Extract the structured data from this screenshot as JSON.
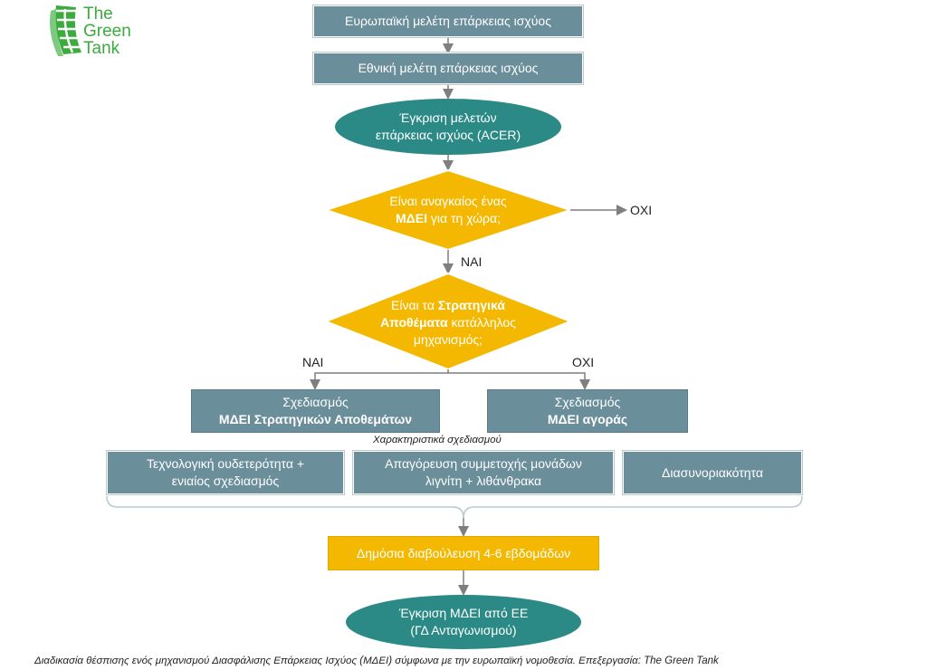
{
  "logo": {
    "line1": "The",
    "line2": "Green",
    "line3": "Tank",
    "color": "#3cab3e"
  },
  "nodes": {
    "european_study": "Ευρωπαϊκή μελέτη επάρκειας ισχύος",
    "national_study": "Εθνική μελέτη επάρκειας ισχύος",
    "approval_line1": "Έγκριση μελετών",
    "approval_line2": "επάρκειας ισχύος (ACER)",
    "decision1_line1": "Είναι αναγκαίος ένας",
    "decision1_bold": "ΜΔΕΙ",
    "decision1_line2_rest": "για τη χώρα;",
    "decision1_no": "ΟΧΙ",
    "decision1_yes": "ΝΑΙ",
    "decision2_pre": "Είναι τα",
    "decision2_bold1": "Στρατηγικά",
    "decision2_bold2": "Αποθέματα",
    "decision2_rest": "κατάλληλος",
    "decision2_line3": "μηχανισμός;",
    "decision2_yes": "ΝΑΙ",
    "decision2_no": "ΟΧΙ",
    "design_reserves_line1": "Σχεδιασμός",
    "design_reserves_line2": "ΜΔΕΙ Στρατηγικών Αποθεμάτων",
    "design_market_line1": "Σχεδιασμός",
    "design_market_line2": "ΜΔΕΙ αγοράς",
    "features_heading": "Χαρακτηριστικά σχεδιασμού",
    "feature1_line1": "Τεχνολογική ουδετερότητα +",
    "feature1_line2": "ενιαίος σχεδιασμός",
    "feature2_line1": "Απαγόρευση συμμετοχής μονάδων",
    "feature2_line2": "λιγνίτη + λιθάνθρακα",
    "feature3": "Διασυνοριακότητα",
    "consultation": "Δημόσια διαβούλευση 4-6 εβδομάδων",
    "final_line1": "Έγκριση ΜΔΕΙ από ΕΕ",
    "final_line2": "(ΓΔ Ανταγωνισμού)"
  },
  "caption": "Διαδικασία θέσπισης ενός μηχανισμού Διασφάλισης Επάρκειας Ισχύος (ΜΔΕΙ) σύμφωνα με την ευρωπαϊκή νομοθεσία. Επεξεργασία: The Green Tank",
  "colors": {
    "box": "#6b8e9b",
    "ellipse": "#2c8a86",
    "diamond": "#f5b800",
    "arrow": "#7f7f7f"
  }
}
